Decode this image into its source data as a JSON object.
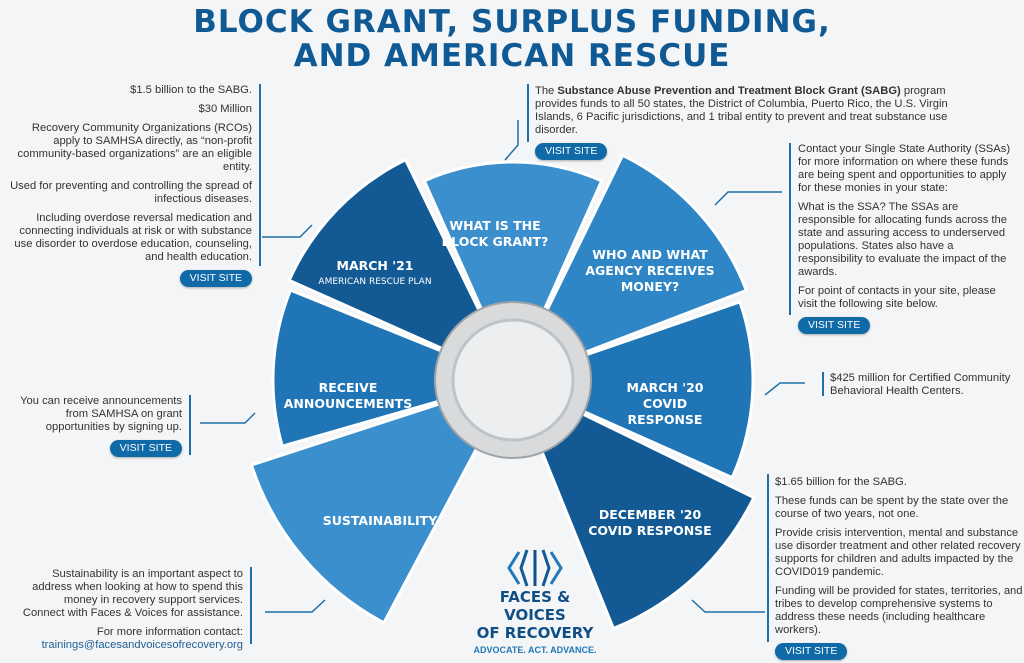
{
  "title": {
    "line1": "BLOCK GRANT, SURPLUS FUNDING,",
    "line2": "AND AMERICAN RESCUE"
  },
  "segments": {
    "block_grant": "WHAT IS THE BLOCK GRANT?",
    "who": "WHO AND WHAT AGENCY RECEIVES MONEY?",
    "march20": "MARCH '20 COVID RESPONSE",
    "dec20": "DECEMBER '20 COVID RESPONSE",
    "sustainability": "SUSTAINABILITY",
    "announcements": "RECEIVE ANNOUNCEMENTS",
    "march21": "MARCH '21",
    "march21_sub": "AMERICAN RESCUE PLAN"
  },
  "colors": {
    "dark": "#135a94",
    "mid": "#1f75b5",
    "light": "#3a8fcc",
    "title": "#0f5a94"
  },
  "visit_label": "VISIT SITE",
  "march21_text": [
    "$1.5 billion to the SABG.",
    "$30 Million",
    "Recovery Community Organizations (RCOs) apply to SAMHSA directly, as “non-profit community-based organizations” are an eligible entity.",
    "Used for preventing and controlling the spread of infectious diseases.",
    "Including overdose reversal medication and connecting individuals at risk or with substance use disorder to overdose education, counseling, and health education."
  ],
  "block_grant_text": {
    "pre": "The ",
    "bold": "Substance Abuse Prevention and Treatment Block Grant (SABG)",
    "post": " program provides funds to all 50 states, the District of Columbia, Puerto Rico, the U.S. Virgin Islands, 6 Pacific jurisdictions, and 1 tribal entity to prevent and treat substance use disorder."
  },
  "who_text": [
    "Contact your Single State Authority (SSAs) for more information on where these funds are being spent and opportunities to apply for these monies in your state:",
    "What is the SSA? The SSAs are responsible for allocating funds across the state and assuring access to underserved populations. States also have a responsibility to evaluate the impact of the awards.",
    "For point of contacts in your site, please visit the following site below."
  ],
  "march20_text": "$425 million for Certified Community Behavioral Health Centers.",
  "dec20_text": [
    "$1.65 billion for the SABG.",
    "These funds can be spent by the state over the course of two years, not one.",
    "Provide crisis intervention, mental and substance use disorder treatment and other related recovery supports for children and adults impacted by the COVID019 pandemic.",
    "Funding will be provided for states, territories, and tribes to develop comprehensive systems to address these needs (including healthcare workers)."
  ],
  "announcements_text": "You can receive announcements from SAMHSA on grant opportunities by signing up.",
  "sustainability_text": {
    "body": "Sustainability is an important aspect to address when looking at how to spend this money in recovery support services. Connect with Faces & Voices for assistance.",
    "contact": "For more information contact:",
    "email": "trainings@facesandvoicesofrecovery.org"
  },
  "logo": {
    "line1": "FACES & VOICES",
    "line2": "OF RECOVERY",
    "tagline": "ADVOCATE. ACT. ADVANCE."
  }
}
